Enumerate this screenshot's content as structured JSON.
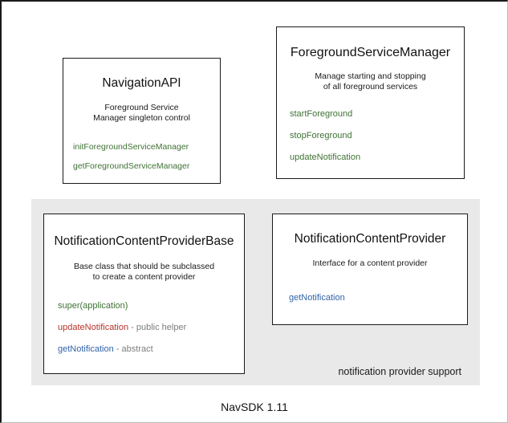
{
  "diagram": {
    "footer_caption": "NavSDK 1.11",
    "colors": {
      "method_green": "#3f7235",
      "method_red": "#b9312a",
      "method_blue": "#3263a8",
      "note_gray": "#7d7d7d",
      "panel_gray": "#e9e9e9",
      "box_border": "#1a1a1a"
    },
    "groups": [
      {
        "id": "notification-support",
        "label": "notification provider support"
      }
    ],
    "boxes": [
      {
        "id": "navigation-api",
        "title": "NavigationAPI",
        "description": [
          "Foreground Service",
          "Manager singleton control"
        ],
        "members": [
          {
            "name": "initForegroundServiceManager",
            "color": "green",
            "note": ""
          },
          {
            "name": "getForegroundServiceManager",
            "color": "green",
            "note": ""
          }
        ]
      },
      {
        "id": "foreground-service-manager",
        "title": "ForegroundServiceManager",
        "description": [
          "Manage starting and stopping",
          "of all foreground services"
        ],
        "members": [
          {
            "name": "startForeground",
            "color": "green",
            "note": ""
          },
          {
            "name": "stopForeground",
            "color": "green",
            "note": ""
          },
          {
            "name": "updateNotification",
            "color": "green",
            "note": ""
          }
        ]
      },
      {
        "id": "notification-content-provider-base",
        "title": "NotificationContentProviderBase",
        "description": [
          "Base class that should be subclassed",
          "to create a content provider"
        ],
        "members": [
          {
            "name": "super(application)",
            "color": "green",
            "note": ""
          },
          {
            "name": "updateNotification",
            "color": "red",
            "note": " - public helper"
          },
          {
            "name": "getNotification",
            "color": "blue",
            "note": " - abstract"
          }
        ]
      },
      {
        "id": "notification-content-provider",
        "title": "NotificationContentProvider",
        "description": [
          "Interface for a content provider"
        ],
        "members": [
          {
            "name": "getNotification",
            "color": "blue",
            "note": ""
          }
        ]
      }
    ]
  }
}
